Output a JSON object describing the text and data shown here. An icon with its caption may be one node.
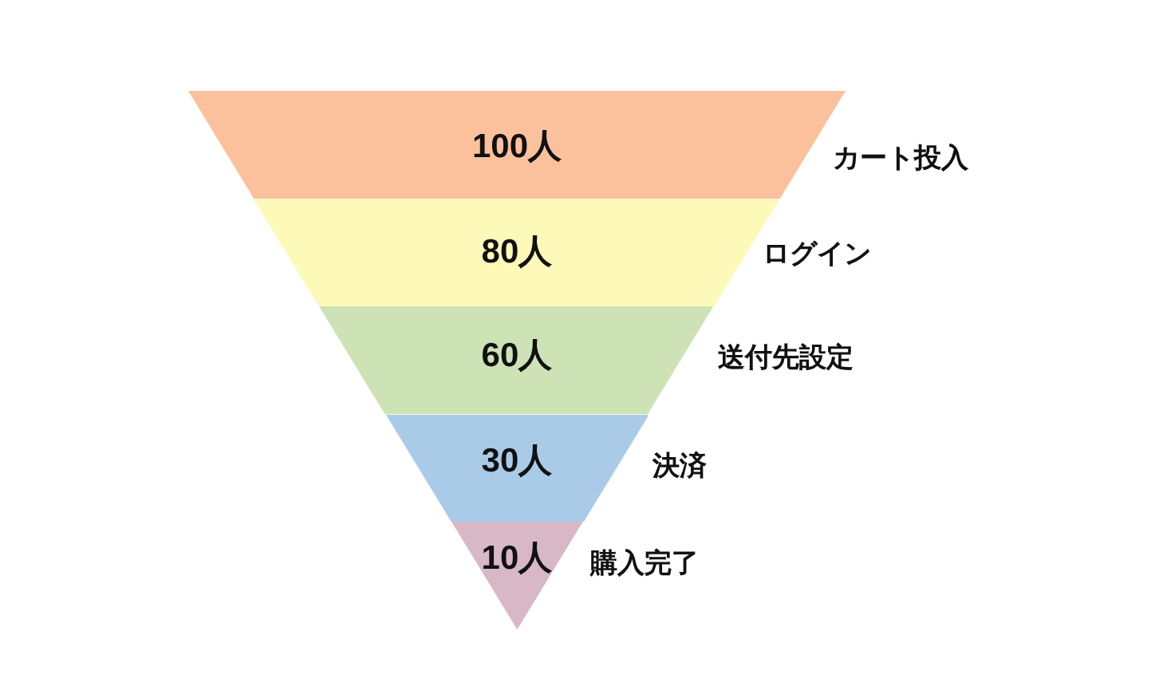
{
  "diagram": {
    "nodes": [
      {
        "text": [
          "100人"
        ],
        "beside": [
          "カート投入"
        ]
      },
      {
        "text": [
          "80人"
        ],
        "beside": [
          "ログイン"
        ]
      },
      {
        "text": [
          "60人"
        ],
        "beside": [
          "送付先設定"
        ]
      },
      {
        "text": [
          "30人"
        ],
        "beside": [
          "決済"
        ]
      },
      {
        "text": [
          "10人"
        ],
        "beside": [
          "購入完了"
        ]
      }
    ]
  }
}
